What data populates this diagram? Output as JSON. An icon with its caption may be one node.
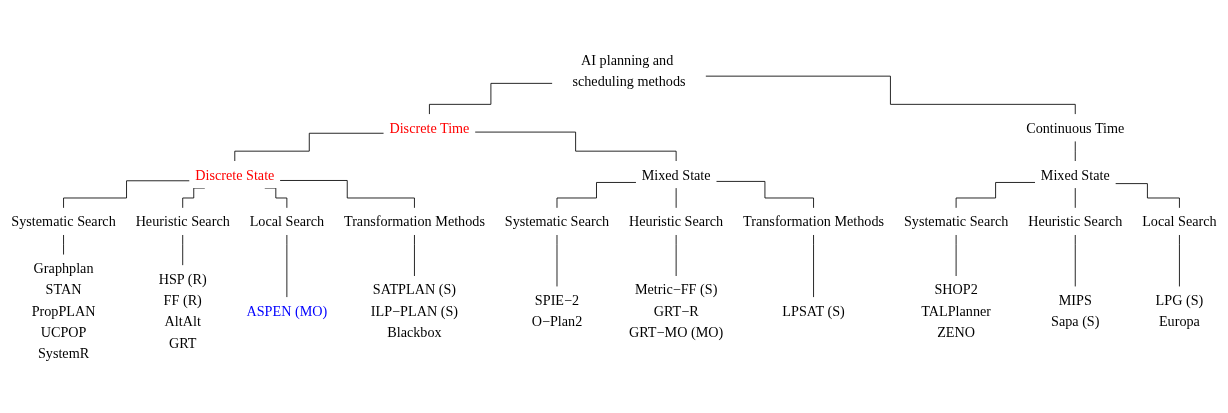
{
  "diagram": {
    "nodes": [
      {
        "text": [
          "AI planning and scheduling methods"
        ]
      },
      {
        "text": [
          "Discrete Time"
        ]
      },
      {
        "text": [
          "Continuous Time"
        ]
      },
      {
        "text": [
          "Discrete State"
        ]
      },
      {
        "text": [
          "Mixed State"
        ]
      },
      {
        "text": [
          "Mixed State"
        ]
      },
      {
        "text": [
          "Systematic Search"
        ]
      },
      {
        "text": [
          "Heuristic Search"
        ]
      },
      {
        "text": [
          "Local Search"
        ]
      },
      {
        "text": [
          "Transformation Methods"
        ]
      },
      {
        "text": [
          "Systematic Search"
        ]
      },
      {
        "text": [
          "Heuristic Search"
        ]
      },
      {
        "text": [
          "Transformation Methods"
        ]
      },
      {
        "text": [
          "Systematic Search"
        ]
      },
      {
        "text": [
          "Heuristic Search"
        ]
      },
      {
        "text": [
          "Local Search"
        ]
      },
      {
        "text": [
          "Graphplan",
          "STAN",
          "PropPLAN",
          "UCPOP",
          "SystemR"
        ]
      },
      {
        "text": [
          "HSP (R)",
          "FF (R)",
          "AltAlt",
          "GRT"
        ]
      },
      {
        "text": [
          "ASPEN (MO)"
        ]
      },
      {
        "text": [
          "SATPLAN (S)",
          "ILP−PLAN (S)",
          "Blackbox"
        ]
      },
      {
        "text": [
          "SPIE−2",
          "O−Plan2"
        ]
      },
      {
        "text": [
          "Metric−FF (S)",
          "GRT−R",
          "GRT−MO (MO)"
        ]
      },
      {
        "text": [
          "LPSAT (S)"
        ]
      },
      {
        "text": [
          "SHOP2",
          "TALPlanner",
          "ZENO"
        ]
      },
      {
        "text": [
          "MIPS",
          "Sapa (S)"
        ]
      },
      {
        "text": [
          "LPG (S)",
          "Europa"
        ]
      }
    ],
    "edges": [
      {
        "from": 0,
        "to": 1,
        "arrow": "none"
      },
      {
        "from": 0,
        "to": 2,
        "arrow": "none"
      },
      {
        "from": 1,
        "to": 3,
        "arrow": "none"
      },
      {
        "from": 1,
        "to": 4,
        "arrow": "none"
      },
      {
        "from": 2,
        "to": 5,
        "arrow": "none"
      },
      {
        "from": 3,
        "to": 6,
        "arrow": "none"
      },
      {
        "from": 3,
        "to": 7,
        "arrow": "none"
      },
      {
        "from": 3,
        "to": 8,
        "arrow": "none"
      },
      {
        "from": 3,
        "to": 9,
        "arrow": "none"
      },
      {
        "from": 4,
        "to": 10,
        "arrow": "none"
      },
      {
        "from": 4,
        "to": 11,
        "arrow": "none"
      },
      {
        "from": 4,
        "to": 12,
        "arrow": "none"
      },
      {
        "from": 5,
        "to": 13,
        "arrow": "none"
      },
      {
        "from": 5,
        "to": 14,
        "arrow": "none"
      },
      {
        "from": 5,
        "to": 15,
        "arrow": "none"
      },
      {
        "from": 6,
        "to": 16,
        "arrow": "none"
      },
      {
        "from": 7,
        "to": 17,
        "arrow": "none"
      },
      {
        "from": 8,
        "to": 18,
        "arrow": "none"
      },
      {
        "from": 9,
        "to": 19,
        "arrow": "none"
      },
      {
        "from": 10,
        "to": 20,
        "arrow": "none"
      },
      {
        "from": 11,
        "to": 21,
        "arrow": "none"
      },
      {
        "from": 12,
        "to": 22,
        "arrow": "none"
      },
      {
        "from": 13,
        "to": 23,
        "arrow": "none"
      },
      {
        "from": 14,
        "to": 24,
        "arrow": "none"
      },
      {
        "from": 15,
        "to": 25,
        "arrow": "none"
      }
    ]
  }
}
